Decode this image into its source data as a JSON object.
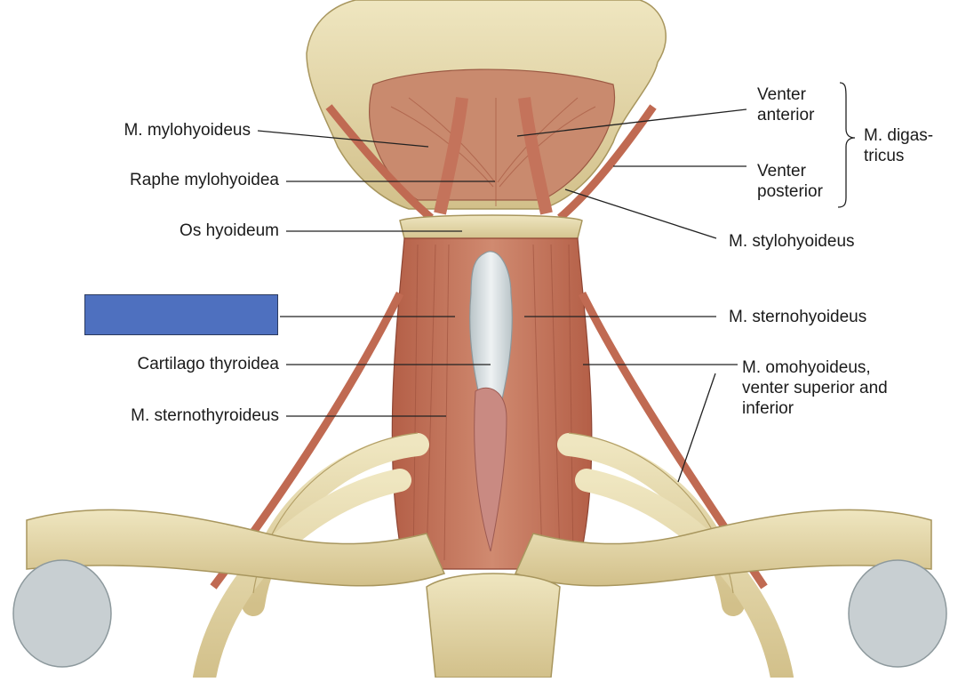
{
  "labels": {
    "mylohyoideus": "M. mylohyoideus",
    "raphe": "Raphe mylohyoidea",
    "os_hyoideum": "Os hyoideum",
    "cartilago": "Cartilago thyroidea",
    "sternothyroideus": "M. sternothyroideus",
    "venter_anterior": "Venter\nanterior",
    "venter_posterior": "Venter\nposterior",
    "digastricus": "M. digas-\ntricus",
    "stylohyoideus": "M. stylohyoideus",
    "sternohyoideus": "M. sternohyoideus",
    "omohyoideus": "M. omohyoideus,\nventer superior and\ninferior"
  },
  "mask": {
    "color": "#4e70bf"
  },
  "colors": {
    "bone": "#e7dcae",
    "bone_shadow": "#c9b77e",
    "muscle": "#c4735b",
    "muscle_dark": "#9c4f3b",
    "cartilage": "#d3dadd",
    "leader": "#222222"
  }
}
